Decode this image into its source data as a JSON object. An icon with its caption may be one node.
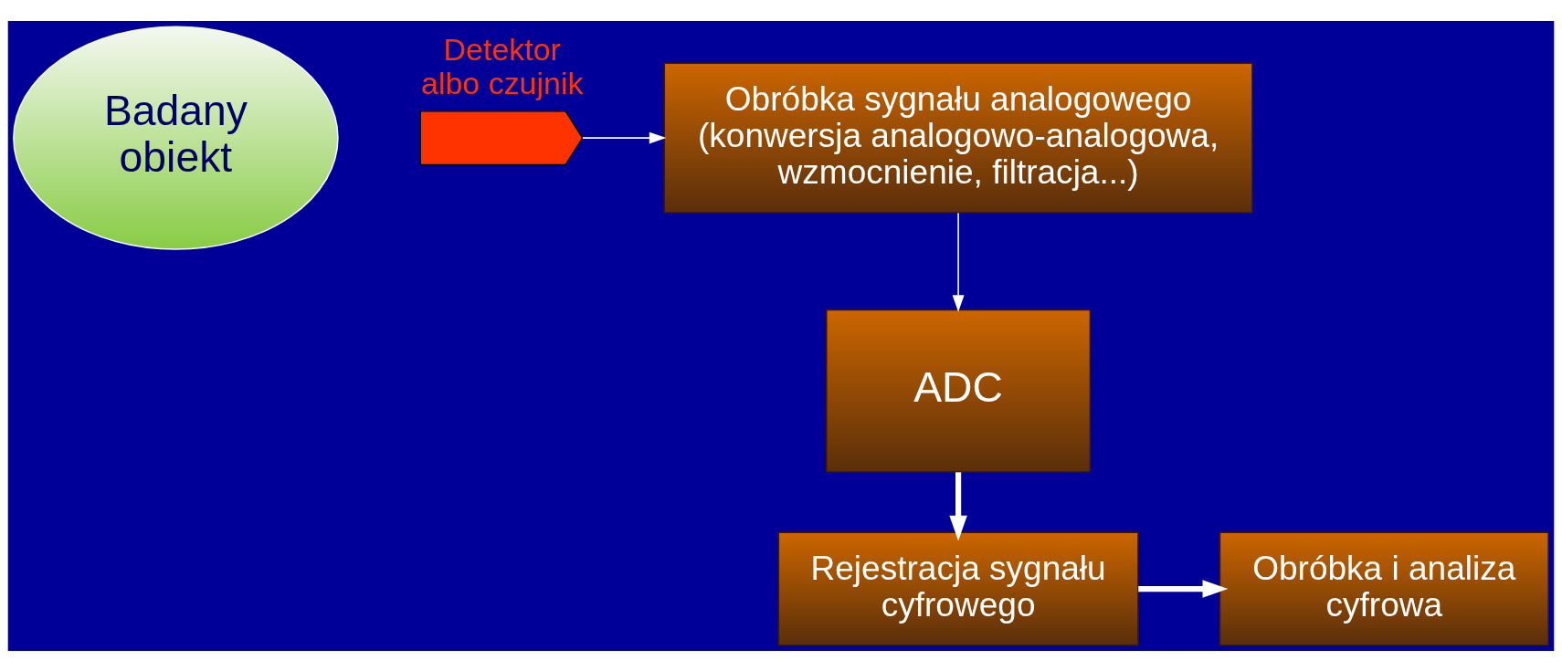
{
  "diagram": {
    "nodes": [
      {
        "text": [
          "Badany obiekt"
        ]
      },
      {
        "text": [
          "Detektor albo czujnik"
        ]
      },
      {
        "text": [
          "Obróbka sygnału analogowego (konwersja analogowo-analogowa, wzmocnienie, filtracja...)"
        ]
      },
      {
        "text": [
          "ADC"
        ]
      },
      {
        "text": [
          "Rejestracja sygnału cyfrowego"
        ]
      },
      {
        "text": [
          "Obróbka i analiza cyfrowa"
        ]
      }
    ],
    "edges": [
      {
        "from": 1,
        "to": 2,
        "arrow": "to"
      },
      {
        "from": 2,
        "to": 3,
        "arrow": "to"
      },
      {
        "from": 3,
        "to": 4,
        "arrow": "to",
        "style": "thick"
      },
      {
        "from": 4,
        "to": 5,
        "arrow": "to",
        "style": "thick"
      }
    ]
  }
}
